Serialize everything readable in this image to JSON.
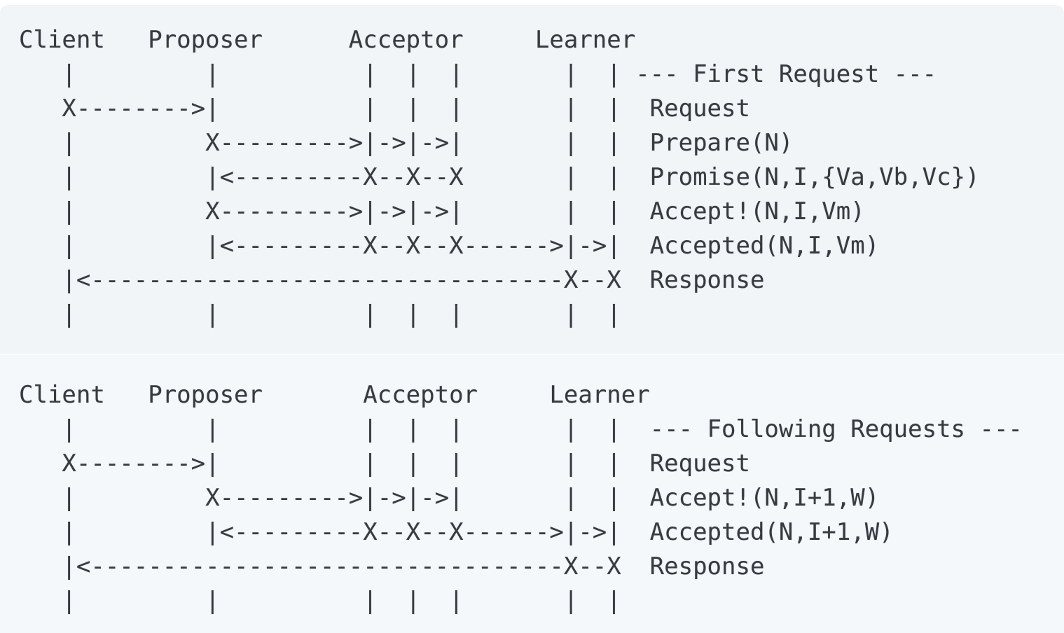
{
  "colors": {
    "page_background": "#ffffff",
    "panel_top_background": "#f2f5f7",
    "panel_bottom_background": "#f5f8fa",
    "text": "#363b41"
  },
  "diagram": {
    "actors": [
      "Client",
      "Proposer",
      "Acceptor",
      "Learner"
    ],
    "blocks": [
      {
        "title": "--- First Request ---",
        "messages": [
          "Request",
          "Prepare(N)",
          "Promise(N,I,{Va,Vb,Vc})",
          "Accept!(N,I,Vm)",
          "Accepted(N,I,Vm)",
          "Response"
        ],
        "lines": [
          "Client   Proposer      Acceptor     Learner",
          "   |         |          |  |  |       |  | --- First Request ---",
          "   X-------->|          |  |  |       |  |  Request",
          "   |         X--------->|->|->|       |  |  Prepare(N)",
          "   |         |<---------X--X--X       |  |  Promise(N,I,{Va,Vb,Vc})",
          "   |         X--------->|->|->|       |  |  Accept!(N,I,Vm)",
          "   |         |<---------X--X--X------>|->|  Accepted(N,I,Vm)",
          "   |<---------------------------------X--X  Response",
          "   |         |          |  |  |       |  |"
        ]
      },
      {
        "title": "--- Following Requests ---",
        "messages": [
          "Request",
          "Accept!(N,I+1,W)",
          "Accepted(N,I+1,W)",
          "Response"
        ],
        "lines": [
          "Client   Proposer       Acceptor     Learner",
          "   |         |          |  |  |       |  |  --- Following Requests ---",
          "   X-------->|          |  |  |       |  |  Request",
          "   |         X--------->|->|->|       |  |  Accept!(N,I+1,W)",
          "   |         |<---------X--X--X------>|->|  Accepted(N,I+1,W)",
          "   |<---------------------------------X--X  Response",
          "   |         |          |  |  |       |  |"
        ]
      }
    ]
  }
}
